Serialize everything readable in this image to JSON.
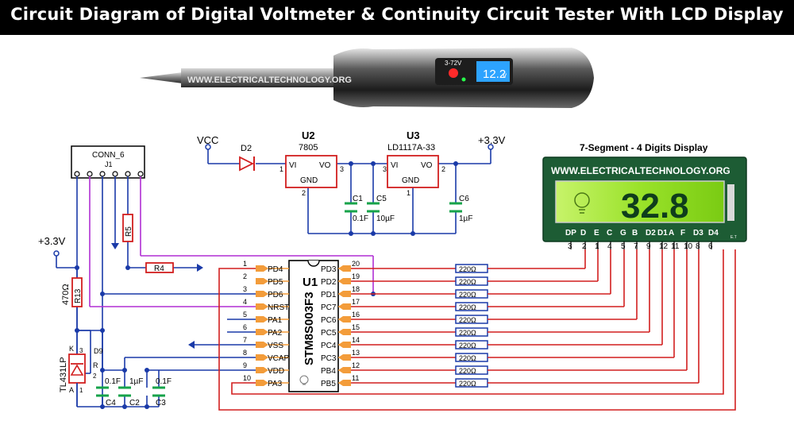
{
  "title": "Circuit Diagram of Digital Voltmeter & Continuity Circuit Tester With LCD Display",
  "product": {
    "range": "3-72V",
    "reading": "12.2",
    "unit": "v",
    "watermark": "WWW.ELECTRICALTECHNOLOGY.ORG"
  },
  "display": {
    "heading": "7-Segment - 4 Digits Display",
    "watermark": "WWW.ELECTRICALTECHNOLOGY.ORG",
    "reading": "32.8",
    "segment_labels": [
      "DP",
      "D",
      "E",
      "C",
      "G",
      "B",
      "D2",
      "D1",
      "A",
      "F",
      "D3",
      "D4"
    ],
    "segment_pins": [
      "3",
      "2",
      "1",
      "4",
      "5",
      "7",
      "9",
      "12",
      "11",
      "10",
      "8",
      "6"
    ],
    "brand_mark": "E.T"
  },
  "power": {
    "vcc": "VCC",
    "v33": "+3.3V",
    "v33_left": "+3.3V",
    "d2": "D2",
    "u2": {
      "ref": "U2",
      "part": "7805",
      "vi": "VI",
      "vo": "VO",
      "gnd": "GND",
      "pin_in": "1",
      "pin_out": "3",
      "pin_gnd": "2"
    },
    "u3": {
      "ref": "U3",
      "part": "LD1117A-33",
      "vi": "VI",
      "vo": "VO",
      "gnd": "GND",
      "pin_in": "3",
      "pin_out": "2",
      "pin_gnd": "1"
    },
    "c1": {
      "ref": "C1",
      "value": "0.1F"
    },
    "c5": {
      "ref": "C5",
      "value": "10µF"
    },
    "c6": {
      "ref": "C6",
      "value": "1µF"
    }
  },
  "connector": {
    "name": "CONN_6",
    "ref": "J1"
  },
  "resistors": {
    "r5": "R5",
    "r4": "R4",
    "r13": "R13",
    "r13_value": "470Ω",
    "segment": "220Ω"
  },
  "reference": {
    "ref": "TL431LP",
    "d": "D9",
    "k": "K",
    "r": "R",
    "a": "A",
    "pin1": "1",
    "pin2": "2",
    "pin3": "3"
  },
  "caps_bottom": {
    "c4": {
      "ref": "C4",
      "value": "0.1F"
    },
    "c2": {
      "ref": "C2",
      "value": "1µF"
    },
    "c3": {
      "ref": "C3",
      "value": "0.1F"
    }
  },
  "mcu": {
    "ref": "U1",
    "part": "STM8S003F3",
    "left_pins": [
      {
        "num": "1",
        "name": "PD4"
      },
      {
        "num": "2",
        "name": "PD5"
      },
      {
        "num": "3",
        "name": "PD6"
      },
      {
        "num": "4",
        "name": "NRST"
      },
      {
        "num": "5",
        "name": "PA1"
      },
      {
        "num": "6",
        "name": "PA2"
      },
      {
        "num": "7",
        "name": "VSS"
      },
      {
        "num": "8",
        "name": "VCAP"
      },
      {
        "num": "9",
        "name": "VDD"
      },
      {
        "num": "10",
        "name": "PA3"
      }
    ],
    "right_pins": [
      {
        "num": "20",
        "name": "PD3"
      },
      {
        "num": "19",
        "name": "PD2"
      },
      {
        "num": "18",
        "name": "PD1"
      },
      {
        "num": "17",
        "name": "PC7"
      },
      {
        "num": "16",
        "name": "PC6"
      },
      {
        "num": "15",
        "name": "PC5"
      },
      {
        "num": "14",
        "name": "PC4"
      },
      {
        "num": "13",
        "name": "PC3"
      },
      {
        "num": "12",
        "name": "PB4"
      },
      {
        "num": "11",
        "name": "PB5"
      }
    ]
  },
  "colors": {
    "red": "#d21f1f",
    "blue": "#1a3aa8",
    "purple": "#b02fd4",
    "green": "#16a34a",
    "pin": "#f39c3a",
    "lcd": "#9ae22a"
  }
}
